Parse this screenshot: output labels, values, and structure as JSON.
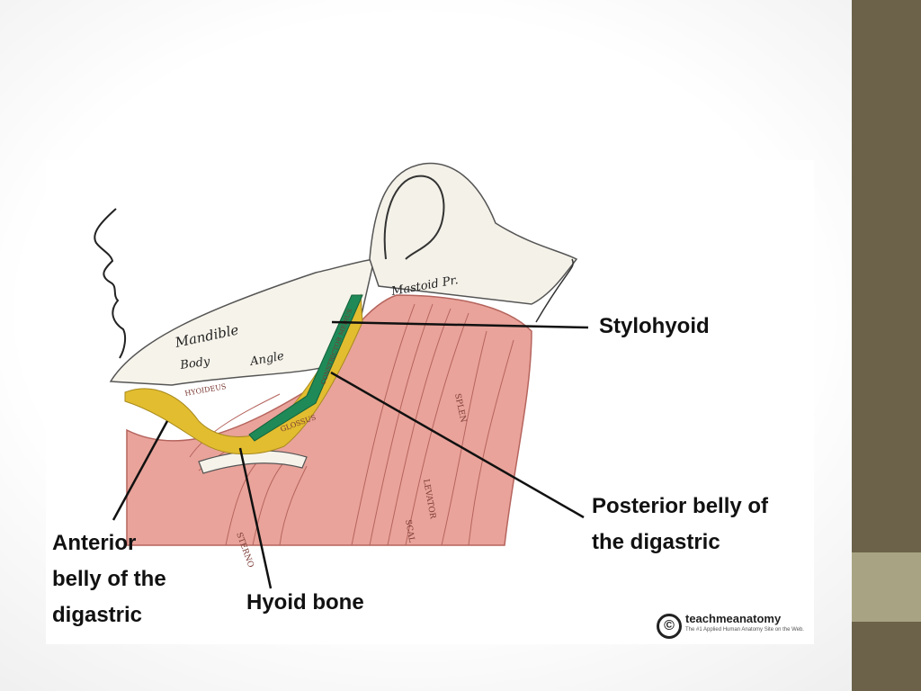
{
  "colors": {
    "sidebar_dark": "#6b6249",
    "sidebar_light": "#a8a483",
    "muscle": "#e9a39a",
    "muscle_dark": "#b5645d",
    "stylohyoid": "#1f8a57",
    "digastric": "#e2bd2f",
    "bone": "#f6f3ea"
  },
  "labels": {
    "stylohyoid": "Stylohyoid",
    "posterior_line1": "Posterior belly of",
    "posterior_line2": "the digastric",
    "anterior_line1": "Anterior",
    "anterior_line2": "belly of the",
    "anterior_line3": "digastric",
    "hyoid": "Hyoid bone"
  },
  "figure_text": {
    "mandible": "Mandible",
    "body": "Body",
    "angle": "Angle",
    "mastoid": "Mastoid Pr.",
    "sterno": "STERNO",
    "levator": "LEVATOR",
    "splen": "SPLEN",
    "scal": "SCAL",
    "hyoglossus": "GLOSSUS",
    "mylohyoideus": "HYOIDEUS",
    "constrictor": "CONSTRICTOR MEDIUS"
  },
  "credit": {
    "symbol": "©",
    "brand": "teachmeanatomy",
    "tagline": "The #1 Applied Human Anatomy Site on the Web."
  }
}
